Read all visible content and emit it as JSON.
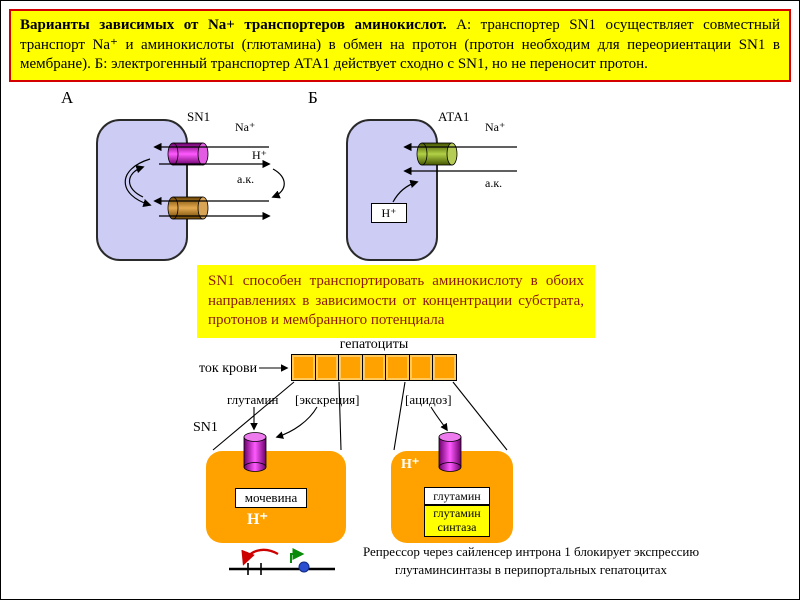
{
  "header": {
    "lead": "Варианты зависимых от Na+ транспортеров аминокислот.",
    "rest": " А: транспортер SN1 осуществляет совместный транспорт Na⁺ и аминокислоты (глютамина) в обмен на протон (протон необходим для переориентации SN1 в мембране). Б: электрогенный транспортер АТА1 действует сходно с SN1, но не переносит протон."
  },
  "panel_a": {
    "index": "А",
    "name": "SN1",
    "na": "Na⁺",
    "h": "Н⁺",
    "aa": "а.к."
  },
  "panel_b": {
    "index": "Б",
    "name": "АТА1",
    "na": "Na⁺",
    "aa": "а.к.",
    "h": "Н⁺"
  },
  "note": {
    "text": "SN1 способен транспортировать аминокислоту в обоих направлениях в зависимости от концентрации субстрата, протонов и мембранного потенциала"
  },
  "liver": {
    "hepatocytes": "гепатоциты",
    "blood_flow": "ток крови",
    "glutamine": "глутамин",
    "excretion": "[экскреция]",
    "acidosis": "[ацидоз]",
    "sn1": "SN1",
    "periportal": {
      "urea": "мочевина",
      "h": "Н⁺"
    },
    "perivenous": {
      "h": "Н⁺",
      "glutamine": "глутамин",
      "synthase": "глутамин синтаза"
    }
  },
  "footnote": {
    "line1": "Репрессор через сайленсер интрона 1 блокирует экспрессию",
    "line2": "глутаминсинтазы в перипортальных гепатоцитах"
  },
  "colors": {
    "highlight": "#ffff00",
    "header_border": "#d40000",
    "membrane_cell": "#ccccf5",
    "hepatocyte_orange": "#ffa200",
    "transporter_magenta": "#ee3dee",
    "transporter_tan": "#dda24e",
    "transporter_green": "#a8c23d",
    "note_text": "#8b1a00"
  }
}
